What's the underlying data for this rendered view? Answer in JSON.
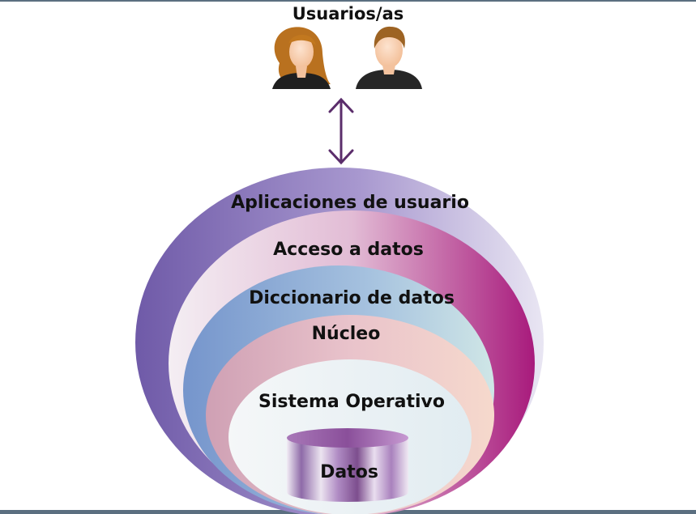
{
  "title": "Usuarios/as",
  "icons": {
    "users": [
      "woman-user-icon",
      "man-user-icon"
    ]
  },
  "layers": [
    {
      "label": "Aplicaciones de usuario",
      "color": "#8a7bc0"
    },
    {
      "label": "Acceso a datos",
      "color": "#c0368c"
    },
    {
      "label": "Diccionario de datos",
      "color": "#8aa9d6"
    },
    {
      "label": "Núcleo",
      "color": "#e3b7bf"
    },
    {
      "label": "Sistema Operativo",
      "color": "#eef3f6"
    }
  ],
  "core": {
    "label": "Datos",
    "color": "#9a7ab8"
  },
  "colors": {
    "frame": "#5b6f80",
    "arrow": "#5b2d6b"
  }
}
